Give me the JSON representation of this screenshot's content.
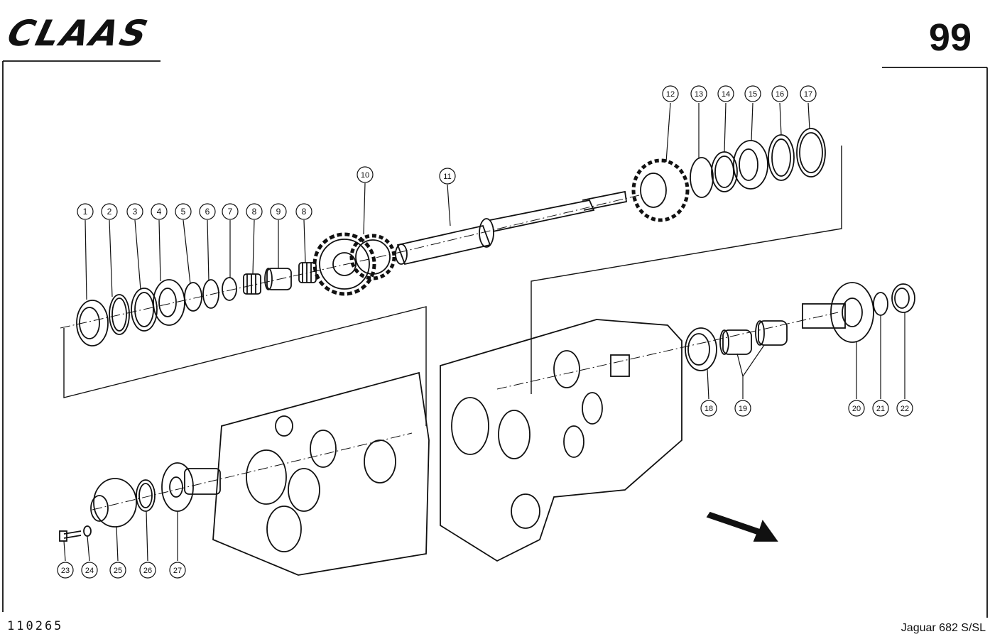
{
  "header": {
    "brand": "CLAAS",
    "page_number": "99"
  },
  "footer": {
    "drawing_number": "110265",
    "model": "Jaguar 682 S/SL"
  },
  "callouts": [
    {
      "label": "1"
    },
    {
      "label": "2"
    },
    {
      "label": "3"
    },
    {
      "label": "4"
    },
    {
      "label": "5"
    },
    {
      "label": "6"
    },
    {
      "label": "7"
    },
    {
      "label": "8"
    },
    {
      "label": "9"
    },
    {
      "label": "8"
    },
    {
      "label": "10"
    },
    {
      "label": "11"
    },
    {
      "label": "12"
    },
    {
      "label": "13"
    },
    {
      "label": "14"
    },
    {
      "label": "15"
    },
    {
      "label": "16"
    },
    {
      "label": "17"
    },
    {
      "label": "18"
    },
    {
      "label": "19"
    },
    {
      "label": "20"
    },
    {
      "label": "21"
    },
    {
      "label": "22"
    },
    {
      "label": "23"
    },
    {
      "label": "24"
    },
    {
      "label": "25"
    },
    {
      "label": "26"
    },
    {
      "label": "27"
    }
  ],
  "icons": {
    "direction": "direction-arrow-icon"
  }
}
